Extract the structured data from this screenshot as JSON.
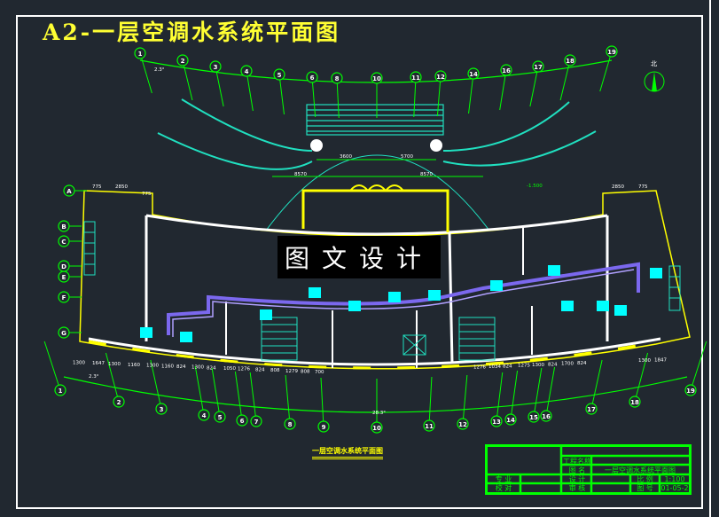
{
  "title": "A2-一层空调水系统平面图",
  "watermark": "图文设计",
  "drawing_label": "一层空调水系统平面图",
  "colors": {
    "background": "#212830",
    "axis": "#00ff00",
    "wall": "#ffffff",
    "outer_wall": "#ffff00",
    "pipe_supply": "#7b68ee",
    "equipment": "#00ffff",
    "stair": "#00e0c0"
  },
  "top_axes": [
    "1",
    "2",
    "3",
    "4",
    "5",
    "6",
    "8",
    "10",
    "11",
    "12",
    "14",
    "16",
    "17",
    "18",
    "19"
  ],
  "bottom_axes": [
    "1",
    "2",
    "3",
    "4",
    "5",
    "6",
    "7",
    "8",
    "9",
    "10",
    "11",
    "12",
    "13",
    "14",
    "15",
    "16",
    "17",
    "18",
    "19"
  ],
  "left_axes": [
    "G",
    "F",
    "E",
    "D",
    "C",
    "B",
    "A"
  ],
  "dimensions": {
    "top_angle": "2.3°",
    "center_top": [
      "3600",
      "5700"
    ],
    "center_span": [
      "8570",
      "8570"
    ],
    "elevation": "-1.500",
    "bottom_left": [
      "1300",
      "1647",
      "1300",
      "1160",
      "1300",
      "1160",
      "824",
      "1300",
      "824",
      "1050",
      "1276",
      "824",
      "808",
      "1279",
      "808",
      "700"
    ],
    "bottom_right": [
      "1276",
      "1034",
      "824",
      "1275",
      "1300",
      "824",
      "1700",
      "824",
      "1300",
      "1847"
    ],
    "bottom_angle": "2.3°",
    "bottom_total": "28.3°",
    "top_left_wing": [
      "775",
      "2850",
      "775"
    ],
    "top_right_wing": [
      "2850",
      "775"
    ]
  },
  "north_label": "北",
  "title_block": {
    "project_label": "工程名称",
    "drawing_name_label": "图  名",
    "drawing_name": "一层空调水系统平面图",
    "design_label": "设  计",
    "scale_label": "比  例",
    "scale": "1:100",
    "review_label": "审  核",
    "number_label": "图  号",
    "number": "01-05-2",
    "left_top_label": "专  业",
    "left_bottom_label": "校  对"
  }
}
